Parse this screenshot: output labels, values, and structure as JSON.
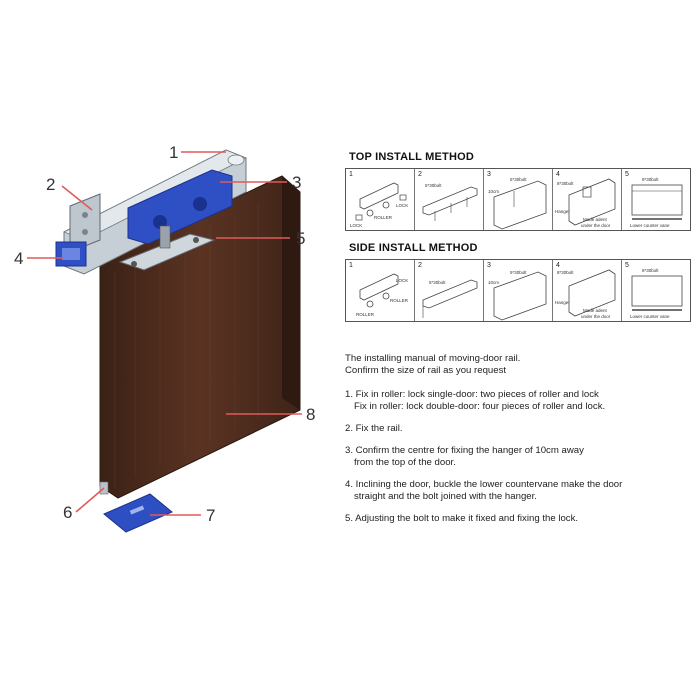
{
  "callouts": [
    "1",
    "2",
    "3",
    "4",
    "5",
    "6",
    "7",
    "8"
  ],
  "top_method": {
    "title": "TOP INSTALL METHOD",
    "steps": [
      {
        "num": "1",
        "labels": [
          "LOCK",
          "ROLLER",
          "LOCK"
        ]
      },
      {
        "num": "2",
        "labels": [
          "5*30bolt"
        ]
      },
      {
        "num": "3",
        "labels": [
          "5*30bolt",
          "10cm"
        ]
      },
      {
        "num": "4",
        "labels": [
          "8*30bolt",
          "Hanger",
          "Made adent",
          "under the door"
        ]
      },
      {
        "num": "5",
        "labels": [
          "8*30bolt",
          "Lower counter vane"
        ]
      }
    ]
  },
  "side_method": {
    "title": "SIDE INSTALL METHOD",
    "steps": [
      {
        "num": "1",
        "labels": [
          "LOCK",
          "ROLLER",
          "ROLLER"
        ]
      },
      {
        "num": "2",
        "labels": [
          "5*30bolt"
        ]
      },
      {
        "num": "3",
        "labels": [
          "5*30bolt",
          "10cm"
        ]
      },
      {
        "num": "4",
        "labels": [
          "8*30bolt",
          "Hanger",
          "Made adent",
          "under the door"
        ]
      },
      {
        "num": "5",
        "labels": [
          "8*30bolt",
          "Lower counter vane"
        ]
      }
    ]
  },
  "manual": {
    "intro": [
      "The installing manual of moving-door rail.",
      "Confirm the size of rail as you request"
    ],
    "steps": [
      [
        "1. Fix in roller: lock single-door: two pieces of roller and lock",
        "Fix in roller: lock double-door: four pieces of roller and lock."
      ],
      [
        "2. Fix the rail."
      ],
      [
        "3. Confirm the centre for fixing the hanger of 10cm away",
        "from the top of the door."
      ],
      [
        "4. Inclining the door, buckle the lower countervane make the door",
        "straight and the bolt joined with the hanger."
      ],
      [
        "5. Adjusting the bolt to make it fixed and fixing the lock."
      ]
    ]
  },
  "colors": {
    "door": "#4a2a1c",
    "rail": "#c7cfd6",
    "roller": "#2f4fc4",
    "callout_line": "#e05a5a"
  }
}
